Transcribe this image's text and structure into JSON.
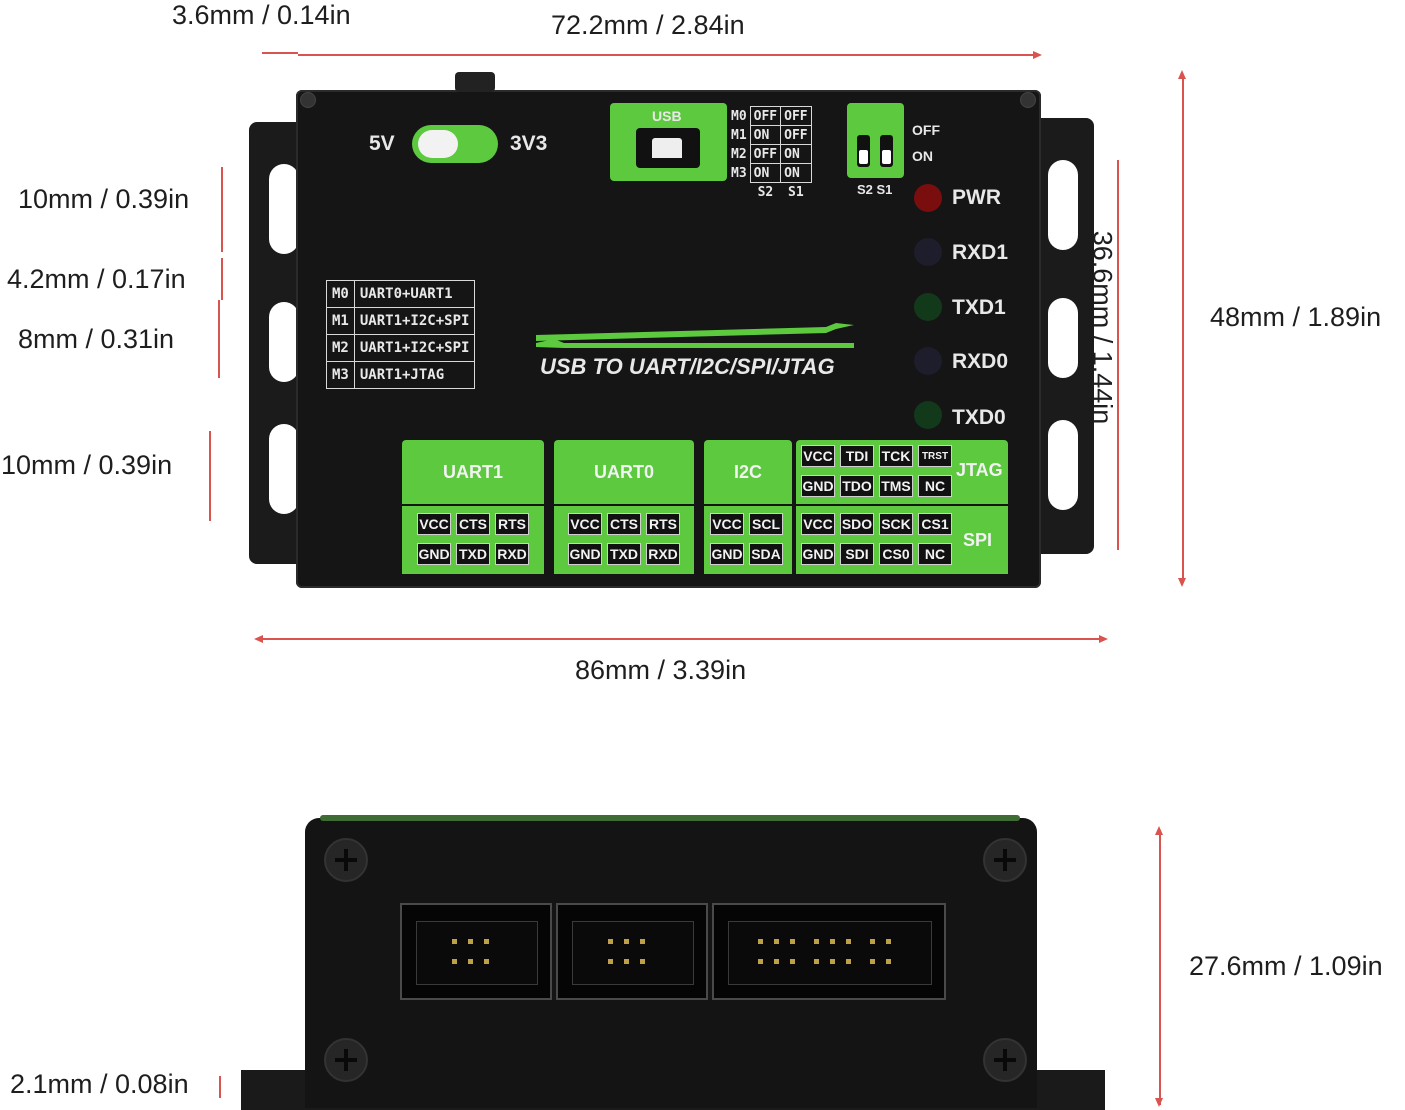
{
  "dimensions": {
    "top_offset": "3.6mm / 0.14in",
    "top_length": "72.2mm / 2.84in",
    "slot1": "10mm / 0.39in",
    "slot_gap": "4.2mm / 0.17in",
    "slot2": "8mm / 0.31in",
    "slot3": "10mm / 0.39in",
    "inner_height": "36.6mm / 1.44in",
    "outer_height": "48mm / 1.89in",
    "total_width": "86mm / 3.39in",
    "front_height": "27.6mm / 1.09in",
    "flange_thickness": "2.1mm / 0.08in"
  },
  "device": {
    "voltage_left": "5V",
    "voltage_right": "3V3",
    "usb_label": "USB",
    "mode_switch": {
      "rows": [
        {
          "mode": "M0",
          "s2": "OFF",
          "s1": "OFF"
        },
        {
          "mode": "M1",
          "s2": "ON",
          "s1": "OFF"
        },
        {
          "mode": "M2",
          "s2": "OFF",
          "s1": "ON"
        },
        {
          "mode": "M3",
          "s2": "ON",
          "s1": "ON"
        }
      ],
      "col_s2": "S2",
      "col_s1": "S1"
    },
    "dip": {
      "off": "OFF",
      "on": "ON",
      "labels": "S2 S1"
    },
    "leds": [
      {
        "label": "PWR",
        "color": "#8a1010"
      },
      {
        "label": "RXD1",
        "color": "#1c1c2a"
      },
      {
        "label": "TXD1",
        "color": "#123a1a"
      },
      {
        "label": "RXD0",
        "color": "#1c1c2a"
      },
      {
        "label": "TXD0",
        "color": "#123a1a"
      }
    ],
    "mode_map": [
      {
        "mode": "M0",
        "desc": "UART0+UART1"
      },
      {
        "mode": "M1",
        "desc": "UART1+I2C+SPI"
      },
      {
        "mode": "M2",
        "desc": "UART1+I2C+SPI"
      },
      {
        "mode": "M3",
        "desc": "UART1+JTAG"
      }
    ],
    "title": "USB TO UART/I2C/SPI/JTAG",
    "ports": {
      "uart1": {
        "name": "UART1",
        "top": [
          "VCC",
          "CTS",
          "RTS"
        ],
        "bottom": [
          "GND",
          "TXD",
          "RXD"
        ]
      },
      "uart0": {
        "name": "UART0",
        "top": [
          "VCC",
          "CTS",
          "RTS"
        ],
        "bottom": [
          "GND",
          "TXD",
          "RXD"
        ]
      },
      "i2c": {
        "name": "I2C",
        "top": [
          "VCC",
          "SCL"
        ],
        "bottom": [
          "GND",
          "SDA"
        ]
      },
      "jtag": {
        "name": "JTAG",
        "top": [
          "VCC",
          "TDI",
          "TCK",
          "TRST"
        ],
        "bottom": [
          "GND",
          "TDO",
          "TMS",
          "NC"
        ]
      },
      "spi": {
        "name": "SPI",
        "top": [
          "VCC",
          "SDO",
          "SCK",
          "CS1"
        ],
        "bottom": [
          "GND",
          "SDI",
          "CS0",
          "NC"
        ]
      }
    }
  },
  "colors": {
    "accent_green": "#5cc93e",
    "dimension_red": "#d9534f",
    "case_black": "#151515"
  }
}
